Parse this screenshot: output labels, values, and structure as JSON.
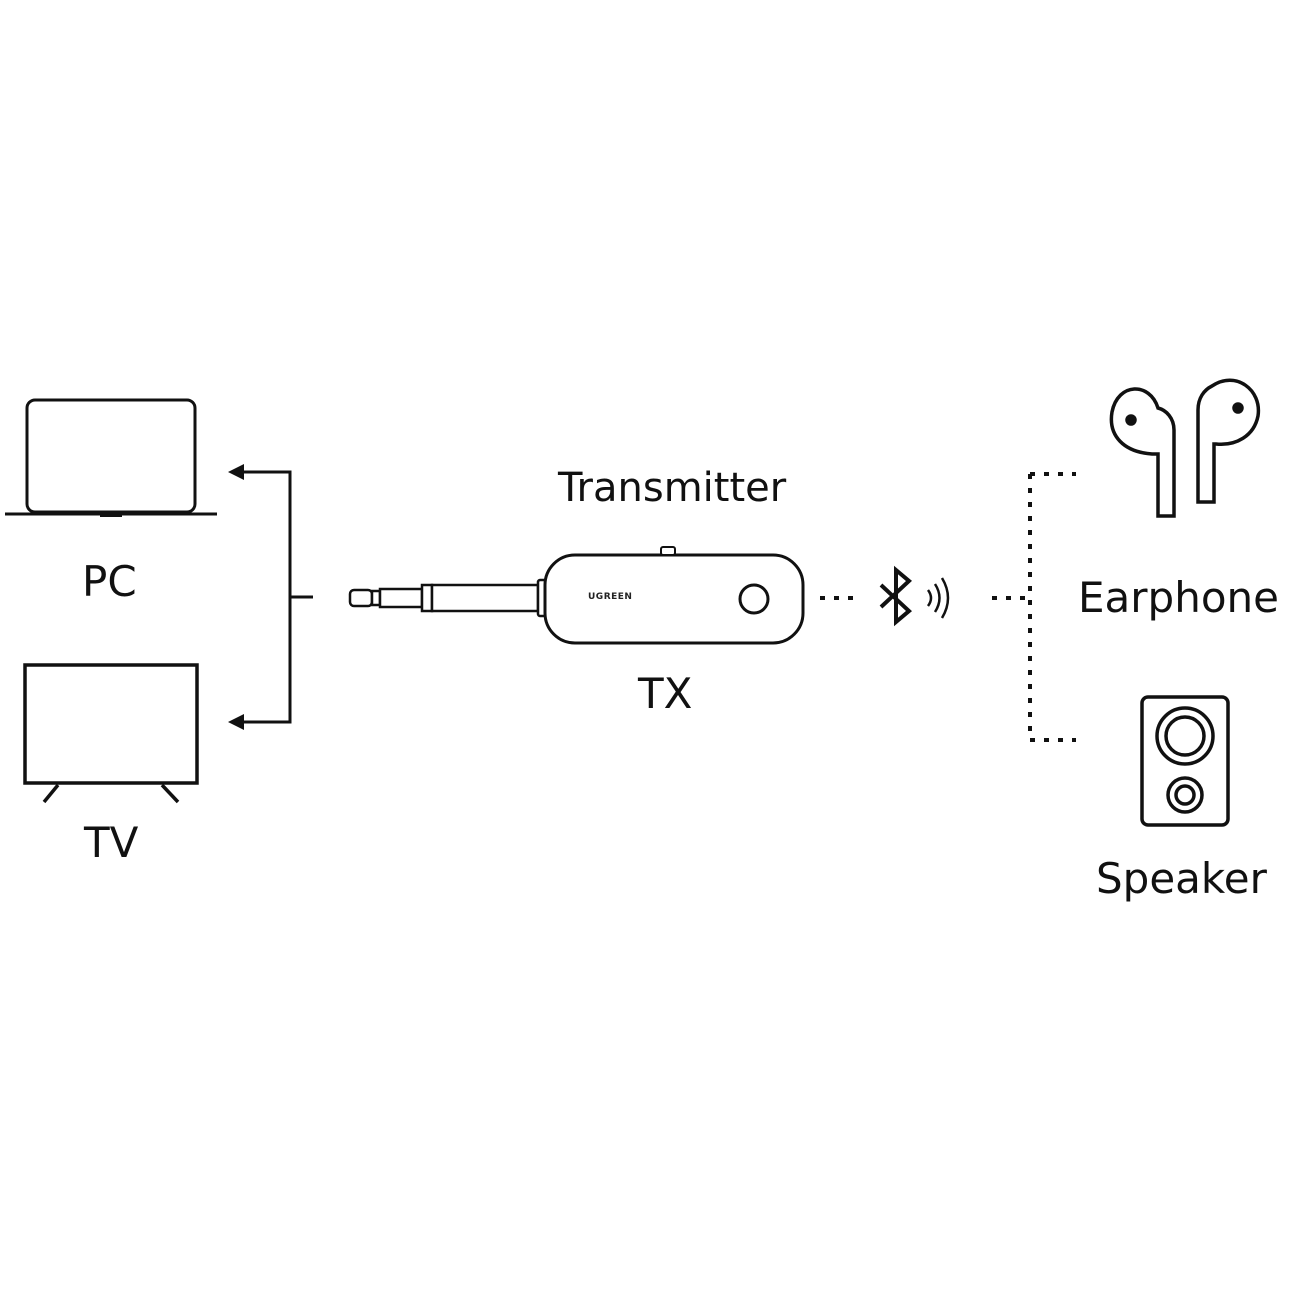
{
  "labels": {
    "pc": "PC",
    "tv": "TV",
    "transmitter": "Transmitter",
    "tx": "TX",
    "earphone": "Earphone",
    "speaker": "Speaker"
  },
  "device": {
    "brand": "UGREEN"
  },
  "icons": {
    "pc": "laptop-icon",
    "tv": "tv-icon",
    "transmitter": "bluetooth-transmitter-icon",
    "bluetooth": "bluetooth-icon",
    "signal": "signal-waves-icon",
    "earphone": "earbuds-icon",
    "speaker": "speaker-icon"
  },
  "colors": {
    "line": "#111111",
    "background": "#ffffff"
  }
}
